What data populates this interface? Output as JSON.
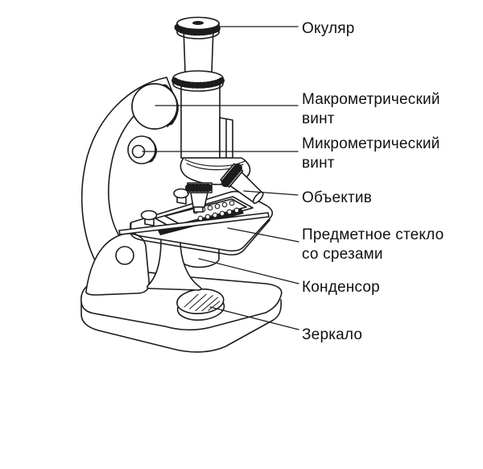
{
  "figure": {
    "kind": "labeled-diagram",
    "subject": "microscope",
    "language": "ru"
  },
  "colors": {
    "line": "#1c1c1c",
    "text": "#111111",
    "background": "#ffffff"
  },
  "labels": [
    {
      "id": "eyepiece",
      "lines": [
        "Окуляр"
      ]
    },
    {
      "id": "coarse-screw",
      "lines": [
        "Макрометрический",
        "винт"
      ]
    },
    {
      "id": "fine-screw",
      "lines": [
        "Микрометрический",
        "винт"
      ]
    },
    {
      "id": "objective",
      "lines": [
        "Объектив"
      ]
    },
    {
      "id": "slide",
      "lines": [
        "Предметное стекло",
        "со срезами"
      ]
    },
    {
      "id": "condenser",
      "lines": [
        "Конденсор"
      ]
    },
    {
      "id": "mirror",
      "lines": [
        "Зеркало"
      ]
    }
  ]
}
